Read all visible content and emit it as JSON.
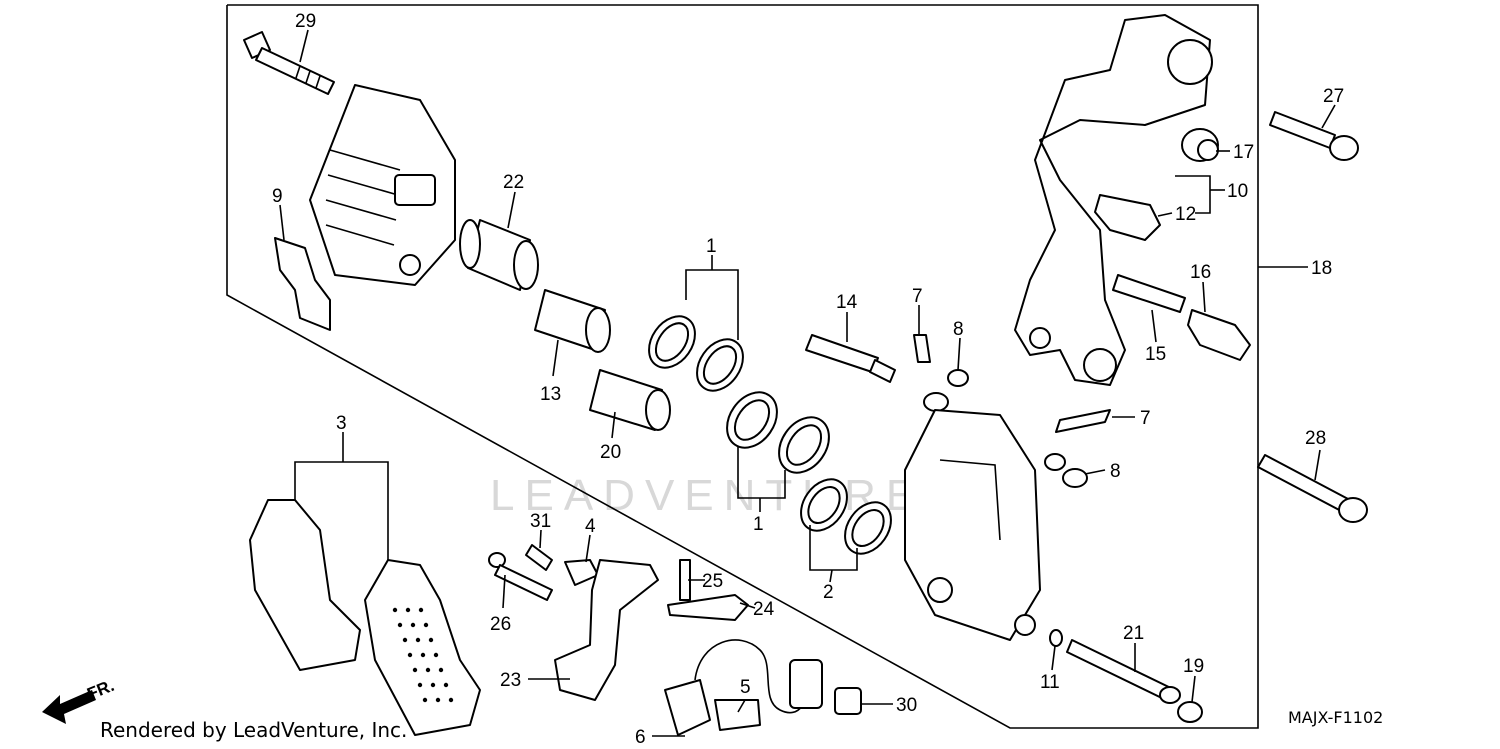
{
  "diagram_code": "MAJX-F1102",
  "credit": "Rendered by LeadVenture, Inc.",
  "watermark": "LEADVENTURE",
  "front_marker": "FR.",
  "callouts": [
    {
      "id": "c29",
      "text": "29"
    },
    {
      "id": "c9",
      "text": "9"
    },
    {
      "id": "c22",
      "text": "22"
    },
    {
      "id": "c1a",
      "text": "1"
    },
    {
      "id": "c14",
      "text": "14"
    },
    {
      "id": "c7a",
      "text": "7"
    },
    {
      "id": "c8a",
      "text": "8"
    },
    {
      "id": "c13",
      "text": "13"
    },
    {
      "id": "c20",
      "text": "20"
    },
    {
      "id": "c3",
      "text": "3"
    },
    {
      "id": "c1b",
      "text": "1"
    },
    {
      "id": "c2",
      "text": "2"
    },
    {
      "id": "c31",
      "text": "31"
    },
    {
      "id": "c4",
      "text": "4"
    },
    {
      "id": "c26",
      "text": "26"
    },
    {
      "id": "c25",
      "text": "25"
    },
    {
      "id": "c24",
      "text": "24"
    },
    {
      "id": "c23",
      "text": "23"
    },
    {
      "id": "c5",
      "text": "5"
    },
    {
      "id": "c6",
      "text": "6"
    },
    {
      "id": "c30",
      "text": "30"
    },
    {
      "id": "c27",
      "text": "27"
    },
    {
      "id": "c17",
      "text": "17"
    },
    {
      "id": "c10",
      "text": "10"
    },
    {
      "id": "c12",
      "text": "12"
    },
    {
      "id": "c18",
      "text": "18"
    },
    {
      "id": "c16",
      "text": "16"
    },
    {
      "id": "c15",
      "text": "15"
    },
    {
      "id": "c7b",
      "text": "7"
    },
    {
      "id": "c8b",
      "text": "8"
    },
    {
      "id": "c28",
      "text": "28"
    },
    {
      "id": "c21",
      "text": "21"
    },
    {
      "id": "c11",
      "text": "11"
    },
    {
      "id": "c19",
      "text": "19"
    }
  ]
}
